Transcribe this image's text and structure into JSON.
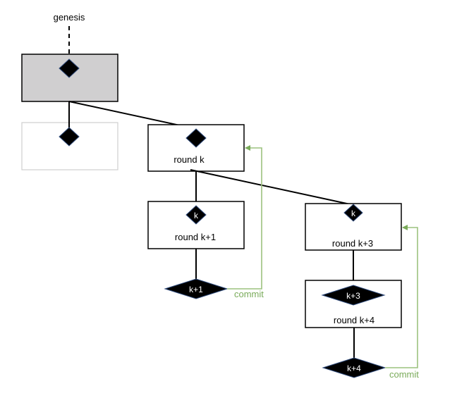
{
  "diagram": {
    "genesis_label": "genesis",
    "blocks": [
      {
        "id": "genesis-block",
        "label": "",
        "diamond_label": "",
        "style": "shaded"
      },
      {
        "id": "faded-block",
        "label": "",
        "diamond_label": "",
        "style": "faded"
      },
      {
        "id": "round-k",
        "label": "round k",
        "diamond_label": ""
      },
      {
        "id": "round-k1",
        "label": "round k+1",
        "diamond_label": "k"
      },
      {
        "id": "round-k3",
        "label": "round k+3",
        "diamond_label": "k"
      },
      {
        "id": "round-k4",
        "label": "round k+4",
        "diamond_label": "k+3"
      }
    ],
    "qc_nodes": [
      {
        "id": "qc-k1",
        "label": "k+1"
      },
      {
        "id": "qc-k4",
        "label": "k+4"
      }
    ],
    "commit_labels": [
      "commit",
      "commit"
    ],
    "colors": {
      "shaded_fill": "#d0cfd0",
      "faded_border": "#cfcfcf",
      "commit_green": "#7aab5a",
      "diamond_fill": "#000000",
      "diamond_edge": "#2f4b7c"
    }
  }
}
